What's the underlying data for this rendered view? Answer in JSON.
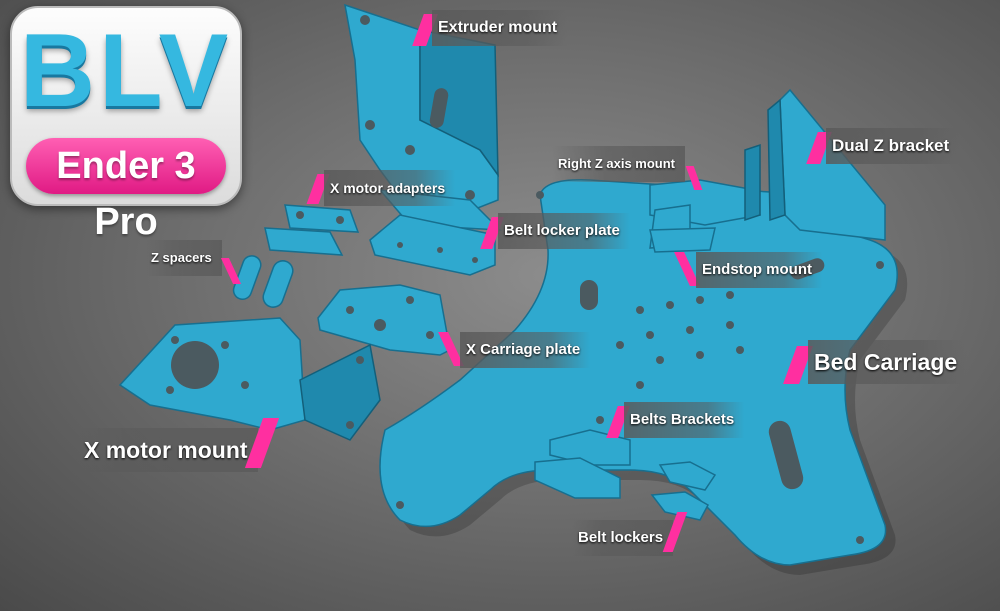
{
  "logo": {
    "brand": "BLV",
    "model": "Ender 3 Pro"
  },
  "labels": {
    "extruder_mount": "Extruder mount",
    "dual_z_bracket": "Dual Z bracket",
    "right_z_axis_mount": "Right Z axis mount",
    "x_motor_adapters": "X motor adapters",
    "belt_locker_plate": "Belt locker plate",
    "z_spacers": "Z spacers",
    "endstop_mount": "Endstop mount",
    "x_carriage_plate": "X Carriage plate",
    "bed_carriage": "Bed Carriage",
    "belts_brackets": "Belts Brackets",
    "x_motor_mount": "X motor mount",
    "belt_lockers": "Belt lockers"
  },
  "colors": {
    "part": "#2fa9cf",
    "accent": "#ff2fa0",
    "logo_text": "#35b8e0"
  }
}
